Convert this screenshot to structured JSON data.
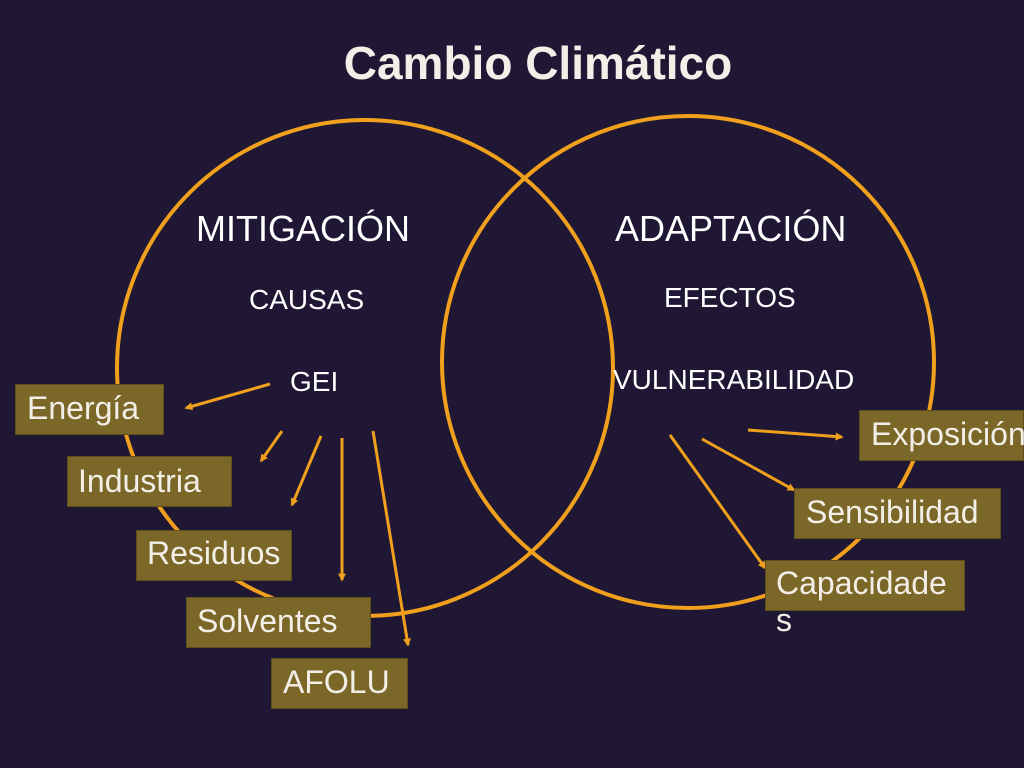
{
  "title": "Cambio Climático",
  "left_circle": {
    "heading": "MITIGACIÓN",
    "subheading": "CAUSAS",
    "focus": "GEI"
  },
  "right_circle": {
    "heading": "ADAPTACIÓN",
    "subheading": "EFECTOS",
    "focus": "VULNERABILIDAD"
  },
  "ghg_sources": [
    "Energía",
    "Industria",
    "Residuos",
    "Solventes",
    "AFOLU"
  ],
  "vulnerability_components": [
    "Exposición",
    "Sensibilidad",
    "Capacidades"
  ],
  "colors": {
    "background": "#1f1734",
    "circle_stroke": "#f0a01c",
    "arrow": "#f0a01c",
    "box_fill": "#7b6727",
    "text": "#ffffff"
  }
}
